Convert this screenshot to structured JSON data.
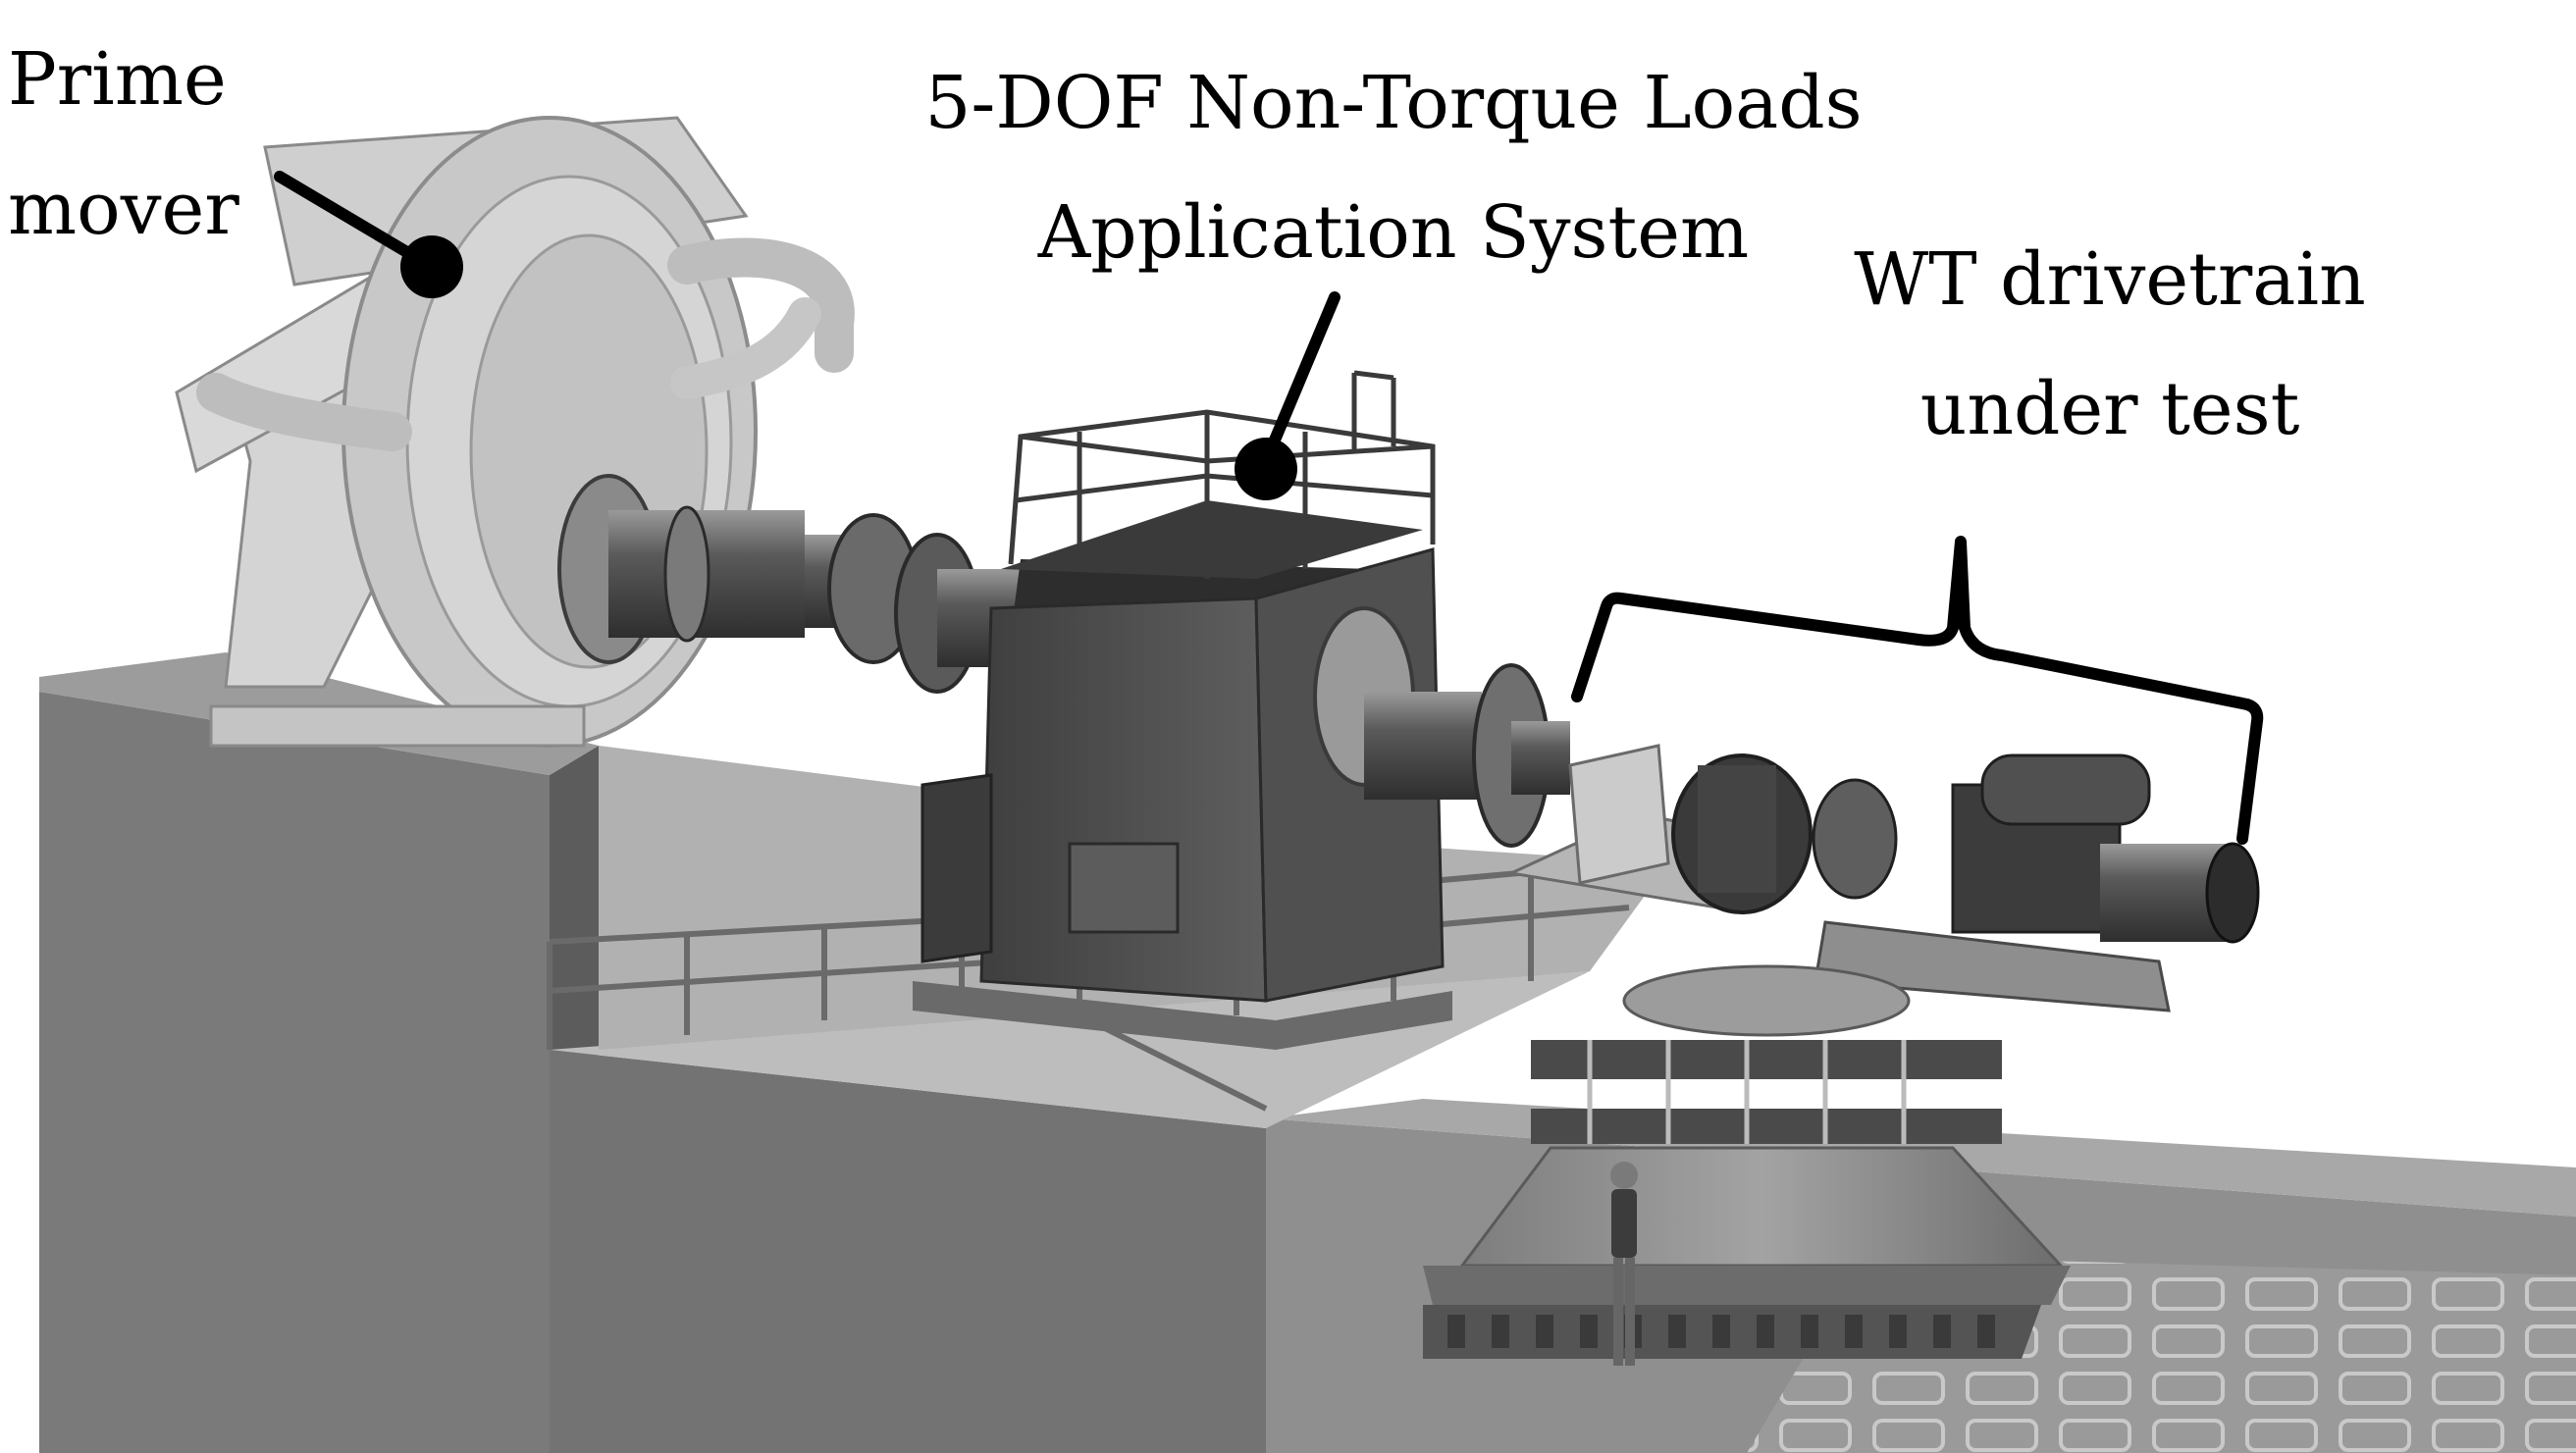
{
  "labels": {
    "prime_mover": [
      "Prime",
      "mover"
    ],
    "ntl_system": [
      "5-DOF Non-Torque Loads",
      "Application System"
    ],
    "drivetrain": [
      "WT drivetrain",
      "under test"
    ]
  },
  "colors": {
    "background": "#ffffff",
    "floor": "#8f8f8f",
    "wall_front": "#777777",
    "wall_side": "#5a5a5a",
    "machine_dark": "#4a4a4a",
    "machine_mid": "#6b6b6b",
    "machine_light": "#b9b9b9",
    "annotation": "#000000"
  }
}
